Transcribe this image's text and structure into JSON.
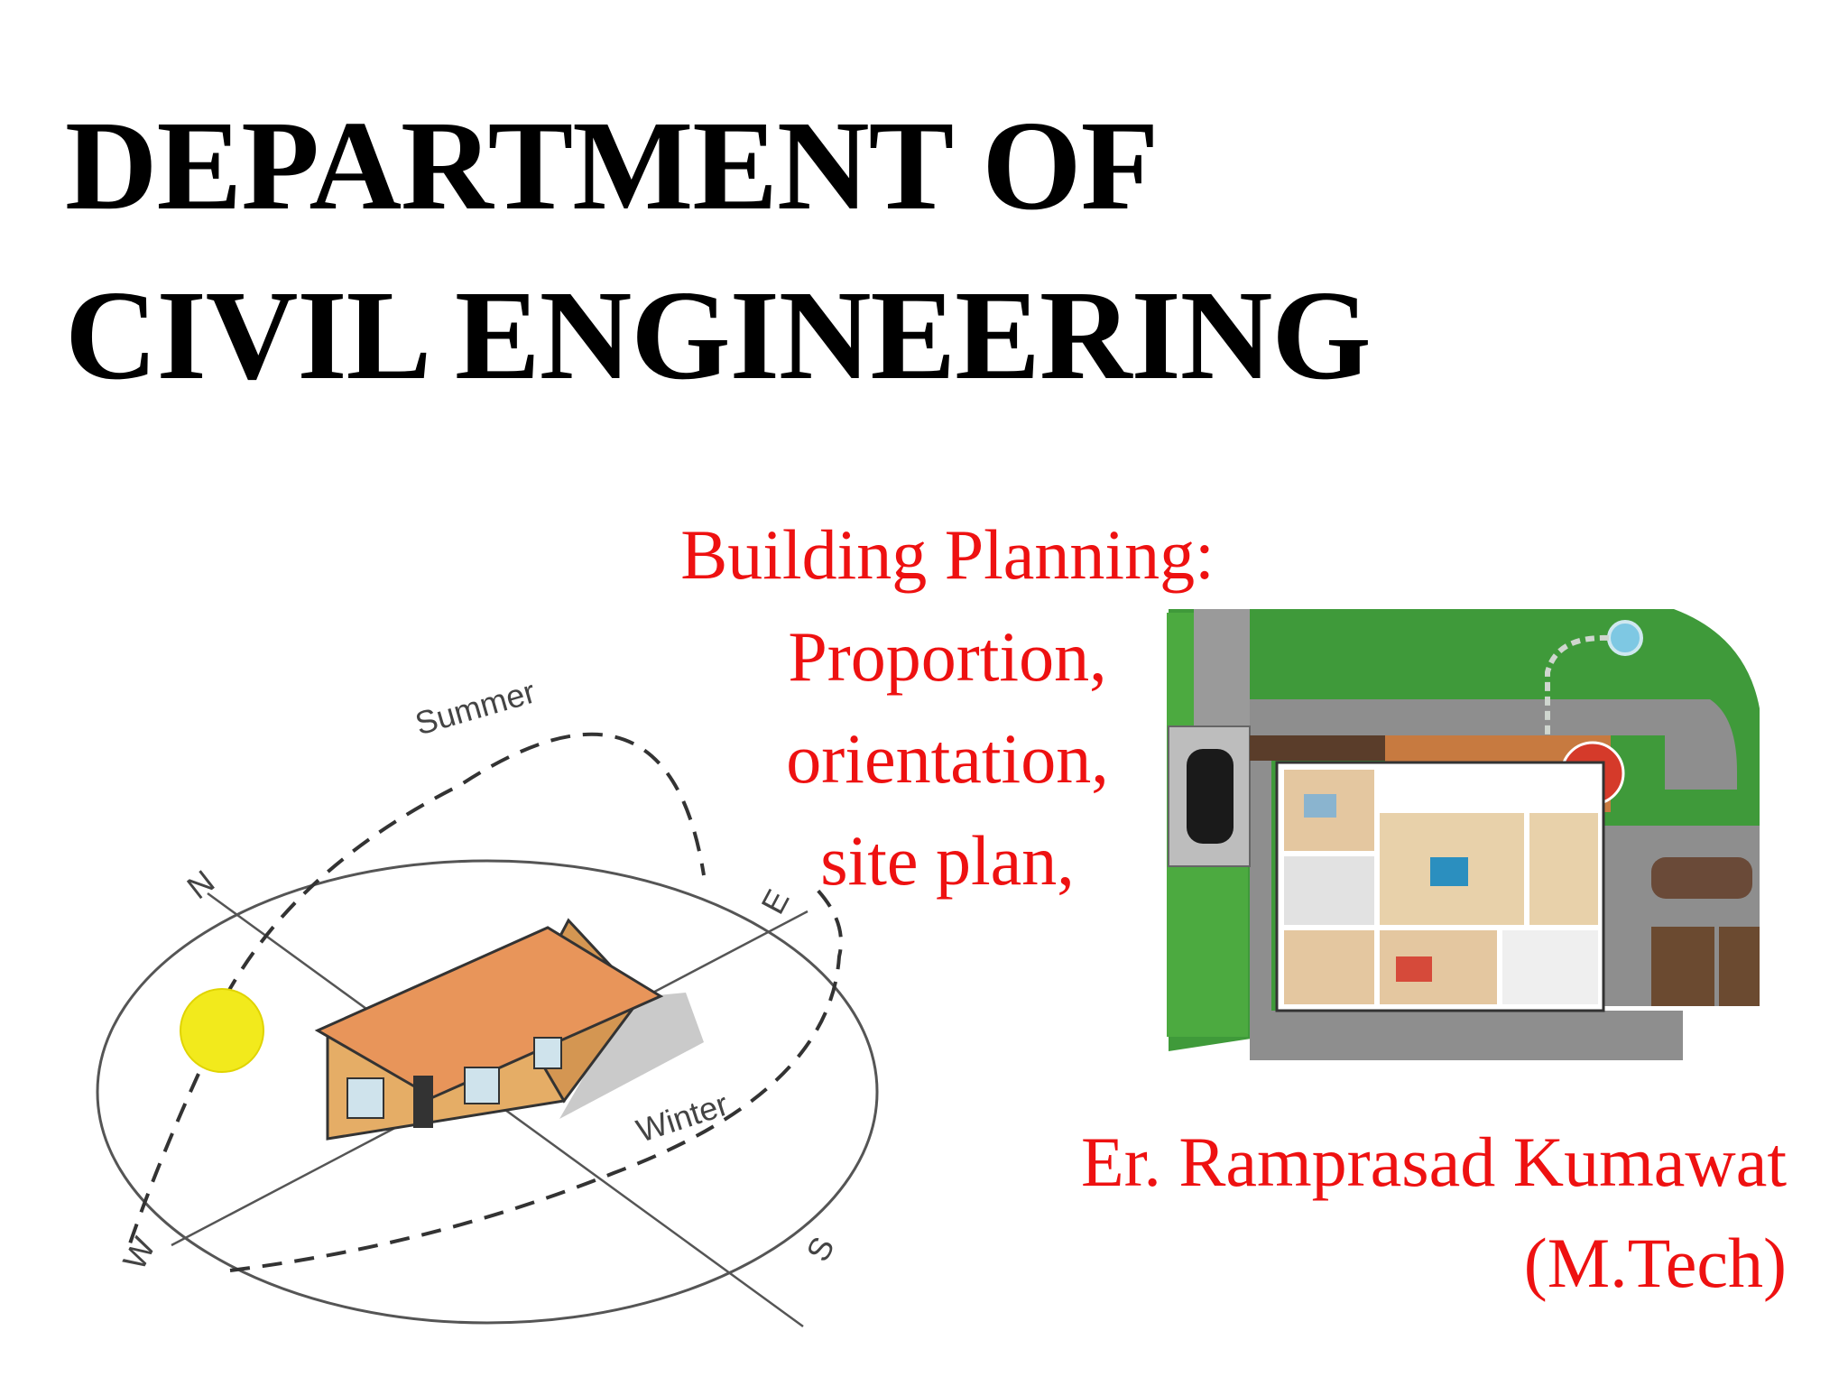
{
  "slide": {
    "title_line1": "DEPARTMENT OF",
    "title_line2": "CIVIL ENGINEERING",
    "subtitle_lines": [
      "Building Planning:",
      "Proportion,",
      "orientation,",
      "site plan,"
    ],
    "author_name": "Er. Ramprasad Kumawat",
    "author_degree": "(M.Tech)"
  },
  "sun_path_diagram": {
    "summer_label": "Summer",
    "winter_label": "Winter",
    "compass": {
      "north": "N",
      "east": "E",
      "south": "S",
      "west": "W"
    }
  },
  "colors": {
    "title": "#000000",
    "accent_red": "#ee1111",
    "sun_yellow": "#f2ea1c",
    "roof": "#e8955a",
    "wall": "#e5ad66",
    "lawn": "#3f9a3a",
    "paving": "#8e8e8e"
  }
}
